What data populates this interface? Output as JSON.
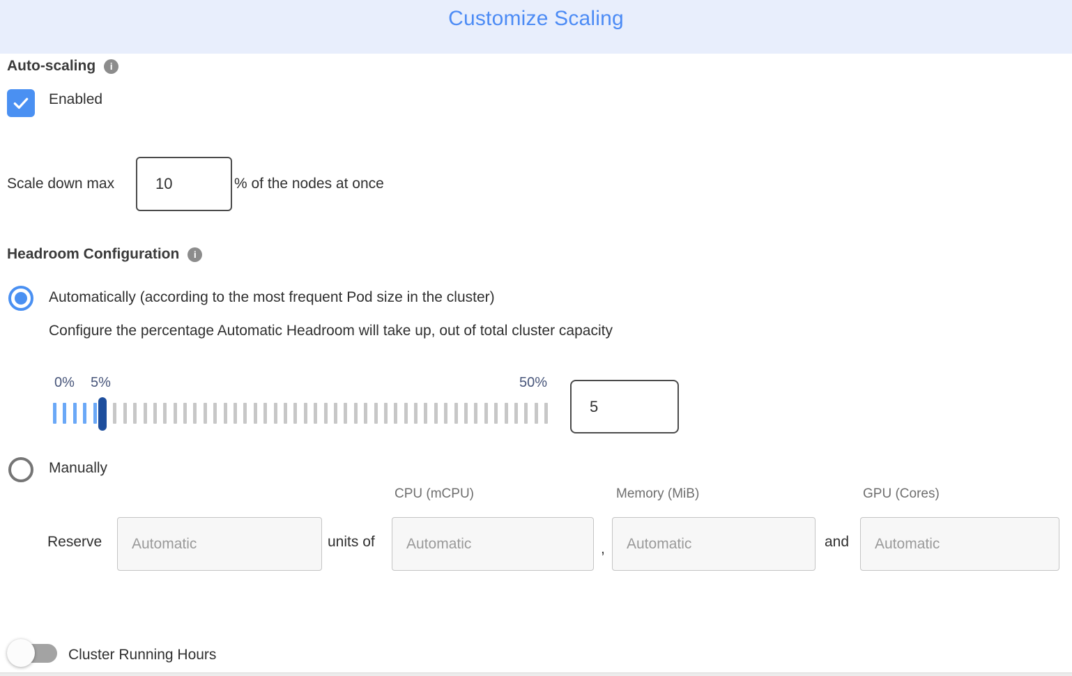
{
  "header": {
    "title": "Customize Scaling"
  },
  "autoscaling": {
    "label": "Auto-scaling",
    "enabled_label": "Enabled",
    "checkbox_checked": true
  },
  "scale_down": {
    "prefix": "Scale down max",
    "value": "10",
    "suffix": "% of the nodes at once"
  },
  "headroom": {
    "label": "Headroom Configuration",
    "auto_option": "Automatically (according to the most frequent Pod size in the cluster)",
    "auto_description": "Configure the percentage Automatic Headroom will take up, out of total cluster capacity",
    "auto_selected": true,
    "manual_option": "Manually",
    "manual_selected": false,
    "slider": {
      "min_label": "0%",
      "current_label": "5%",
      "max_label": "50%",
      "value": "5",
      "total_ticks": 50,
      "active_ticks": 6
    }
  },
  "reserve": {
    "label": "Reserve",
    "units_of_label": "units of",
    "comma": ",",
    "and_label": "and",
    "columns": [
      {
        "label": "CPU (mCPU)"
      },
      {
        "label": "Memory (MiB)"
      },
      {
        "label": "GPU (Cores)"
      }
    ],
    "inputs": [
      {
        "value": "",
        "placeholder": "Automatic"
      },
      {
        "value": "",
        "placeholder": "Automatic"
      },
      {
        "value": "",
        "placeholder": "Automatic"
      },
      {
        "value": "",
        "placeholder": "Automatic"
      }
    ]
  },
  "cluster_running_hours": {
    "label": "Cluster Running Hours",
    "enabled": false
  },
  "colors": {
    "header_bg": "#e8eefc",
    "header_text": "#4c8bf5",
    "accent_blue": "#4a90f2",
    "tick_active": "#6aa8f7",
    "tick_inactive": "#c7c7c7",
    "slider_handle": "#1d4e9d",
    "slider_label": "#47557a",
    "toggle_track_off": "#a3a3a3"
  }
}
